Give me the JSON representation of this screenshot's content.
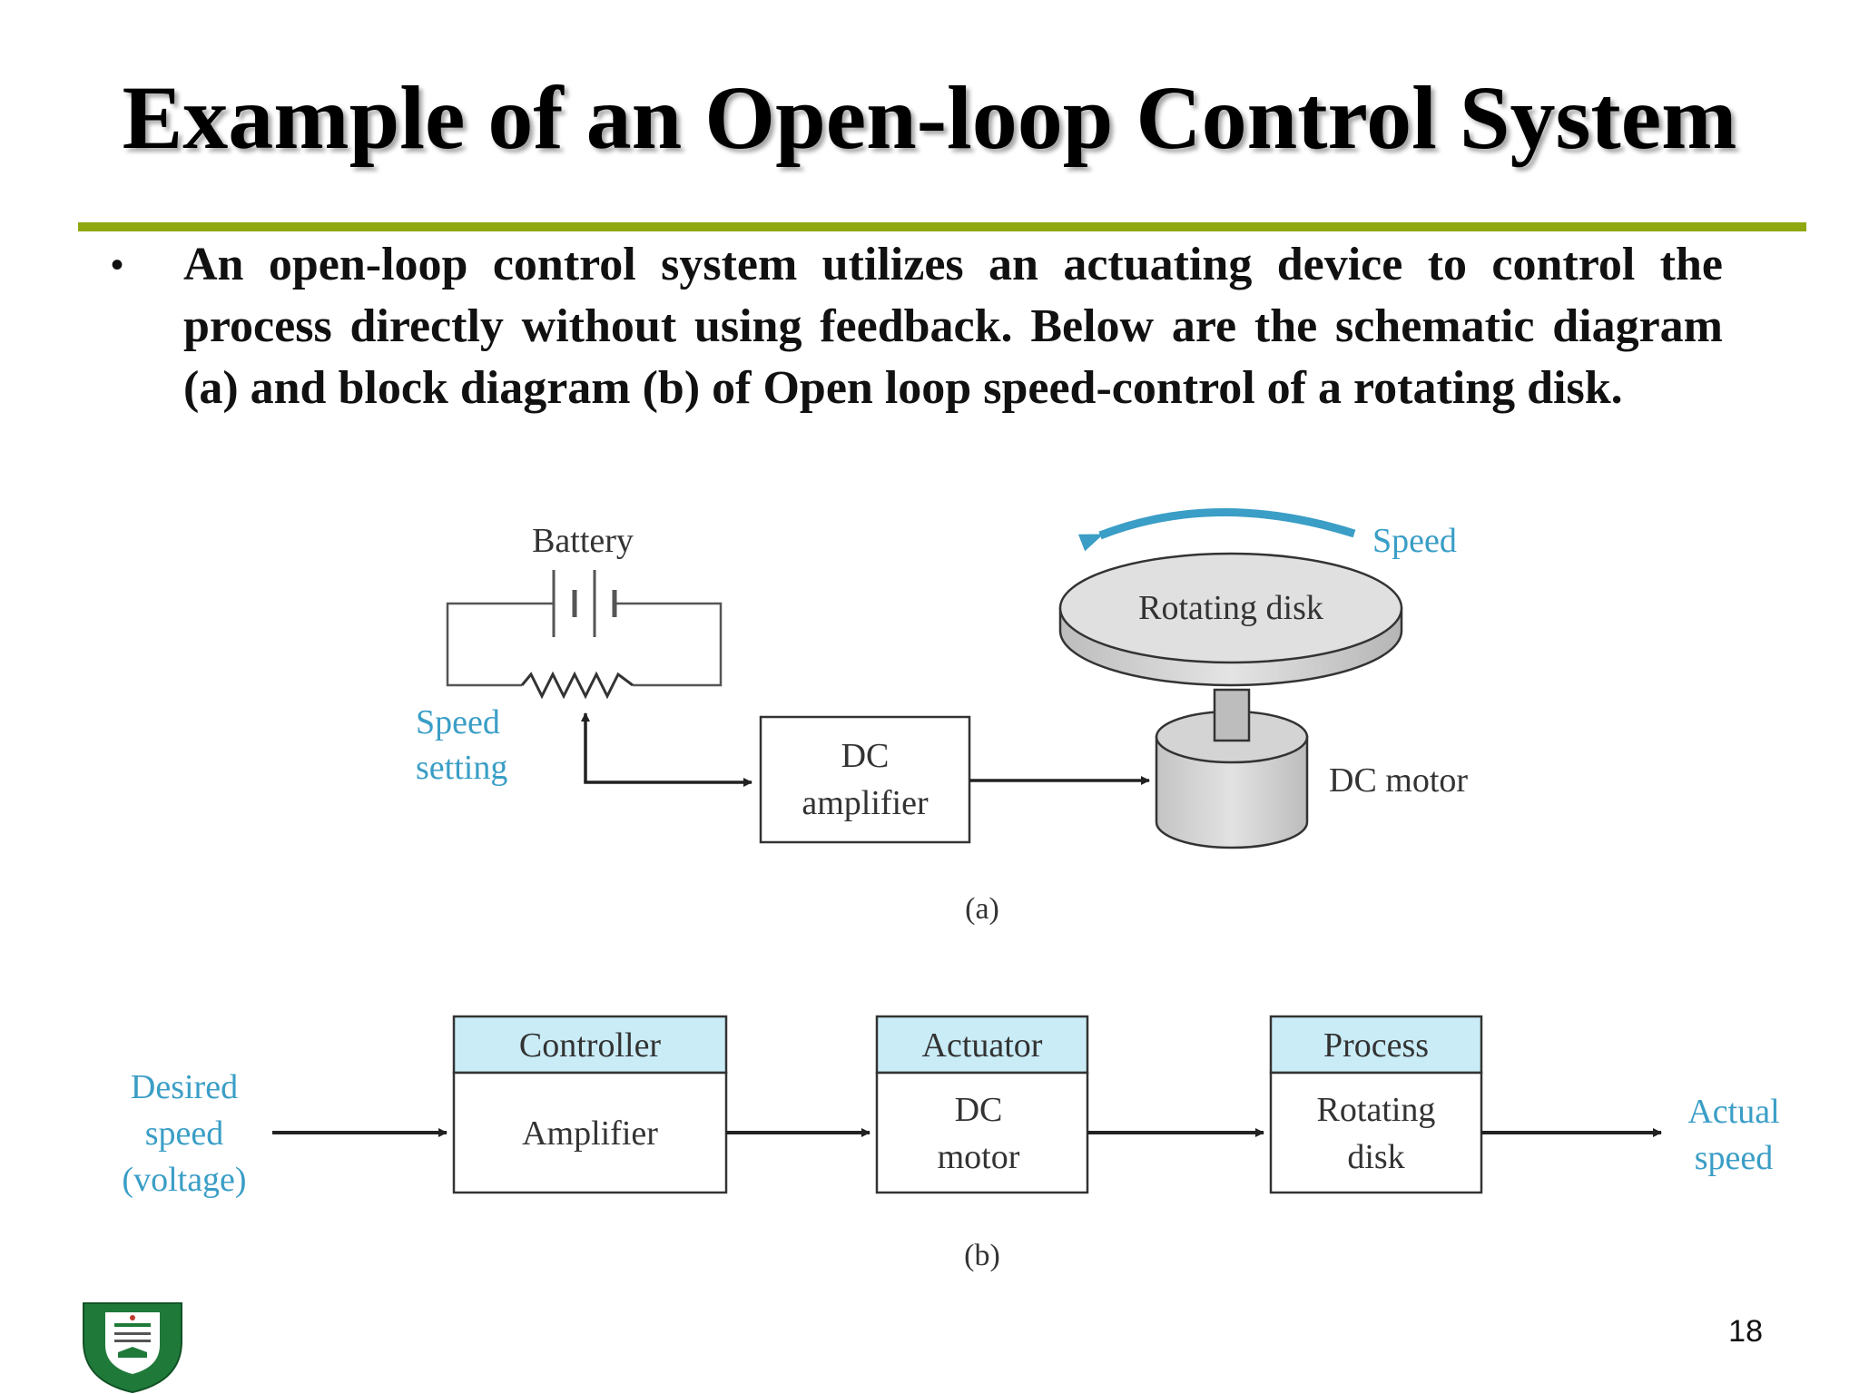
{
  "slide": {
    "title": "Example of an Open-loop Control System",
    "bullet_symbol": "•",
    "bullet_text": "An open-loop control system utilizes an actuating device to control the process directly without using feedback. Below are the schematic diagram (a) and block diagram (b) of Open loop speed-control of a rotating disk.",
    "page_number": "18",
    "accent_color": "#8fa80f"
  },
  "schematic": {
    "battery_label": "Battery",
    "speed_label": "Speed",
    "rotating_disk_label": "Rotating disk",
    "speed_setting_line1": "Speed",
    "speed_setting_line2": "setting",
    "dc_amplifier_line1": "DC",
    "dc_amplifier_line2": "amplifier",
    "dc_motor_label": "DC motor",
    "caption": "(a)",
    "label_color": "#3a9ec6"
  },
  "block": {
    "input_line1": "Desired",
    "input_line2": "speed",
    "input_line3": "(voltage)",
    "blocks": [
      {
        "header": "Controller",
        "line1": "Amplifier",
        "line2": ""
      },
      {
        "header": "Actuator",
        "line1": "DC",
        "line2": "motor"
      },
      {
        "header": "Process",
        "line1": "Rotating",
        "line2": "disk"
      }
    ],
    "output_line1": "Actual",
    "output_line2": "speed",
    "caption": "(b)",
    "header_fill": "#c9ecf7"
  }
}
